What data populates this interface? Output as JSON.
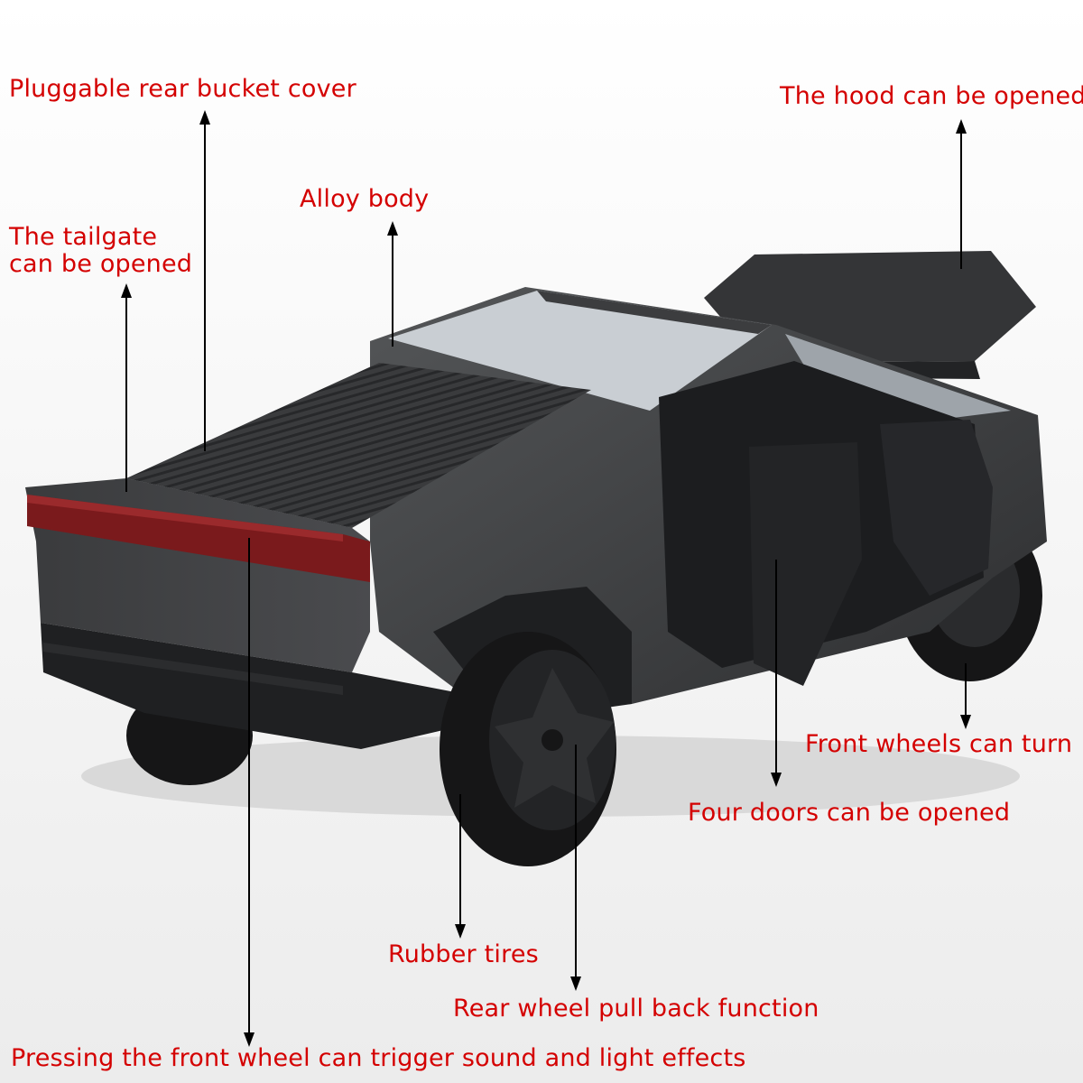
{
  "colors": {
    "label_text": "#d40000",
    "arrow": "#000000",
    "truck_body": "#3b3c3e",
    "truck_dark": "#1f2022",
    "tire": "#161617",
    "taillight": "#7a1a1c",
    "glass": "#c9ced3",
    "background_top": "#ffffff",
    "background_bottom": "#ececec"
  },
  "callouts": {
    "rear_cover": {
      "lines": [
        "Pluggable rear bucket cover"
      ]
    },
    "hood": {
      "lines": [
        "The hood can be opened"
      ]
    },
    "alloy": {
      "lines": [
        "Alloy body"
      ]
    },
    "tailgate": {
      "lines": [
        "The tailgate",
        "can be opened"
      ]
    },
    "front_wheels": {
      "lines": [
        "Front wheels can turn"
      ]
    },
    "doors": {
      "lines": [
        "Four doors can be opened"
      ]
    },
    "tires": {
      "lines": [
        "Rubber tires"
      ]
    },
    "pullback": {
      "lines": [
        "Rear wheel pull back function"
      ]
    },
    "sound": {
      "lines": [
        "Pressing the front wheel can trigger sound and light effects"
      ]
    }
  }
}
